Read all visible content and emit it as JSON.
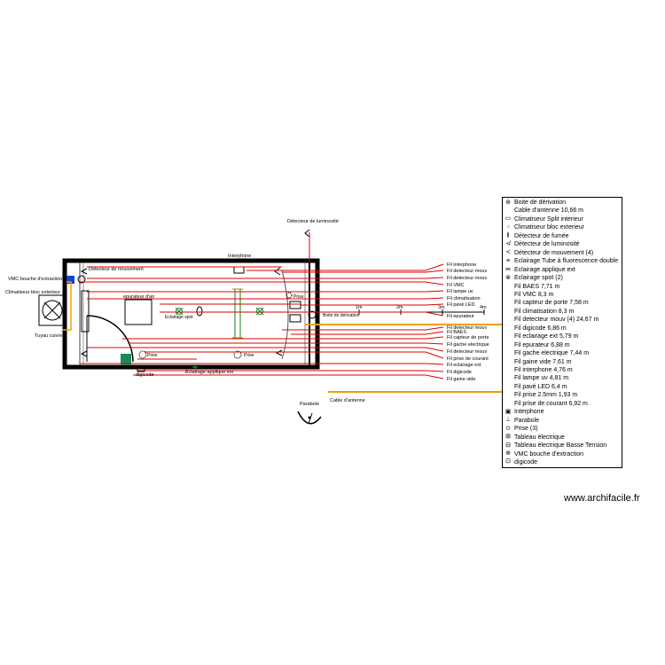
{
  "plan": {
    "wall_labels": [
      {
        "id": "luminosite",
        "text": "Détecteur de luminosité"
      },
      {
        "id": "interphone",
        "text": "Interphone"
      },
      {
        "id": "mouvement",
        "text": "Détecteur de mouvement"
      },
      {
        "id": "vmc",
        "text": "VMC bouche d'extraction"
      },
      {
        "id": "clim",
        "text": "Climatiseur bloc exterieur"
      },
      {
        "id": "tuyau",
        "text": "Tuyau cuivre"
      },
      {
        "id": "epurateur",
        "text": "epurateur d'air"
      },
      {
        "id": "spot",
        "text": "Eclairage spot"
      },
      {
        "id": "prise1",
        "text": "Prise"
      },
      {
        "id": "prise2",
        "text": "Prise"
      },
      {
        "id": "prise3",
        "text": "Prise"
      },
      {
        "id": "boite",
        "text": "Boite de dérivation"
      },
      {
        "id": "digicode",
        "text": "digicode"
      },
      {
        "id": "applique",
        "text": "Eclairage applique ext"
      },
      {
        "id": "parabole",
        "text": "Parabole"
      },
      {
        "id": "antenne",
        "text": "Cable d'antenne"
      }
    ],
    "scale_labels": [
      "1m",
      "2m",
      "3m",
      "4m"
    ],
    "wire_labels": [
      "Fil interphone",
      "Fil detecteur mouv",
      "Fil detecteur mouv",
      "Fil VMC",
      "Fil lampe uv",
      "Fil climatisation",
      "Fil pavé LED",
      "Fil epurateur",
      "Fil detecteur mouv",
      "Fil BAES",
      "Fil capteur de porte",
      "Fil gache electrique",
      "Fil detecteur mouv",
      "Fil prise de courant",
      "Fil eclairage ext",
      "Fil digicode",
      "Fil gaine vide"
    ]
  },
  "legend": [
    {
      "icon": "junction-box-icon",
      "glyph": "⊛",
      "text": "Boite de dérivation"
    },
    {
      "icon": "",
      "glyph": "",
      "text": "Cable d'antenne 10,66 m"
    },
    {
      "icon": "split-indoor-icon",
      "glyph": "▭",
      "text": "Climatiseur Split interieur"
    },
    {
      "icon": "outdoor-unit-icon",
      "glyph": "⁖",
      "text": "Climatiseur bloc exterieur"
    },
    {
      "icon": "smoke-detector-icon",
      "glyph": "≬",
      "text": "Détecteur de fumée"
    },
    {
      "icon": "light-sensor-icon",
      "glyph": "≮",
      "text": "Détecteur de luminosité"
    },
    {
      "icon": "motion-sensor-icon",
      "glyph": "≺",
      "text": "Détecteur de mouvement (4)"
    },
    {
      "icon": "fluorescent-tube-icon",
      "glyph": "≡",
      "text": "Eclairage Tube à fluorescence double"
    },
    {
      "icon": "wall-light-icon",
      "glyph": "⫘",
      "text": "Eclairage applique ext"
    },
    {
      "icon": "spot-light-icon",
      "glyph": "⊗",
      "text": "Eclairage spot (2)"
    },
    {
      "icon": "",
      "glyph": "",
      "text": "Fil BAES 7,71 m"
    },
    {
      "icon": "",
      "glyph": "",
      "text": "Fil VMC 8,3 m"
    },
    {
      "icon": "",
      "glyph": "",
      "text": "Fil capteur de porte 7,58 m"
    },
    {
      "icon": "",
      "glyph": "",
      "text": "Fil climatisation 8,3 m"
    },
    {
      "icon": "",
      "glyph": "",
      "text": "Fil detecteur mouv (4) 24,67 m"
    },
    {
      "icon": "",
      "glyph": "",
      "text": "Fil digicode 6,86 m"
    },
    {
      "icon": "",
      "glyph": "",
      "text": "Fil eclairage ext 5,79 m"
    },
    {
      "icon": "",
      "glyph": "",
      "text": "Fil epurateur 6,88 m"
    },
    {
      "icon": "",
      "glyph": "",
      "text": "Fil gache electrique 7,44 m"
    },
    {
      "icon": "",
      "glyph": "",
      "text": "Fil gaine vide 7,61 m"
    },
    {
      "icon": "",
      "glyph": "",
      "text": "Fil interphone 4,76 m"
    },
    {
      "icon": "",
      "glyph": "",
      "text": "Fil lampe uv 4,81 m"
    },
    {
      "icon": "",
      "glyph": "",
      "text": "Fil pavé LED 6,4 m"
    },
    {
      "icon": "",
      "glyph": "",
      "text": "Fil prise 2.5mm 1,93 m"
    },
    {
      "icon": "",
      "glyph": "",
      "text": "Fil prise de courant 6,92 m"
    },
    {
      "icon": "intercom-icon",
      "glyph": "▣",
      "text": "Interphone"
    },
    {
      "icon": "satellite-dish-icon",
      "glyph": "⊥",
      "text": "Parabole"
    },
    {
      "icon": "socket-icon",
      "glyph": "⊙",
      "text": "Prise (3)"
    },
    {
      "icon": "electrical-panel-icon",
      "glyph": "⊞",
      "text": "Tableau électrique"
    },
    {
      "icon": "low-voltage-panel-icon",
      "glyph": "⊟",
      "text": "Tableau électrique Basse Tension"
    },
    {
      "icon": "vmc-extraction-icon",
      "glyph": "⊕",
      "text": "VMC bouche d'extraction"
    },
    {
      "icon": "digicode-icon",
      "glyph": "⊡",
      "text": "digicode"
    }
  ],
  "watermark": "www.archifacile.fr",
  "colors": {
    "wire": "#e00000",
    "antenna": "#f0a000",
    "wall": "#000000",
    "vmc": "#1144cc",
    "panel": "#1a8a5a"
  }
}
